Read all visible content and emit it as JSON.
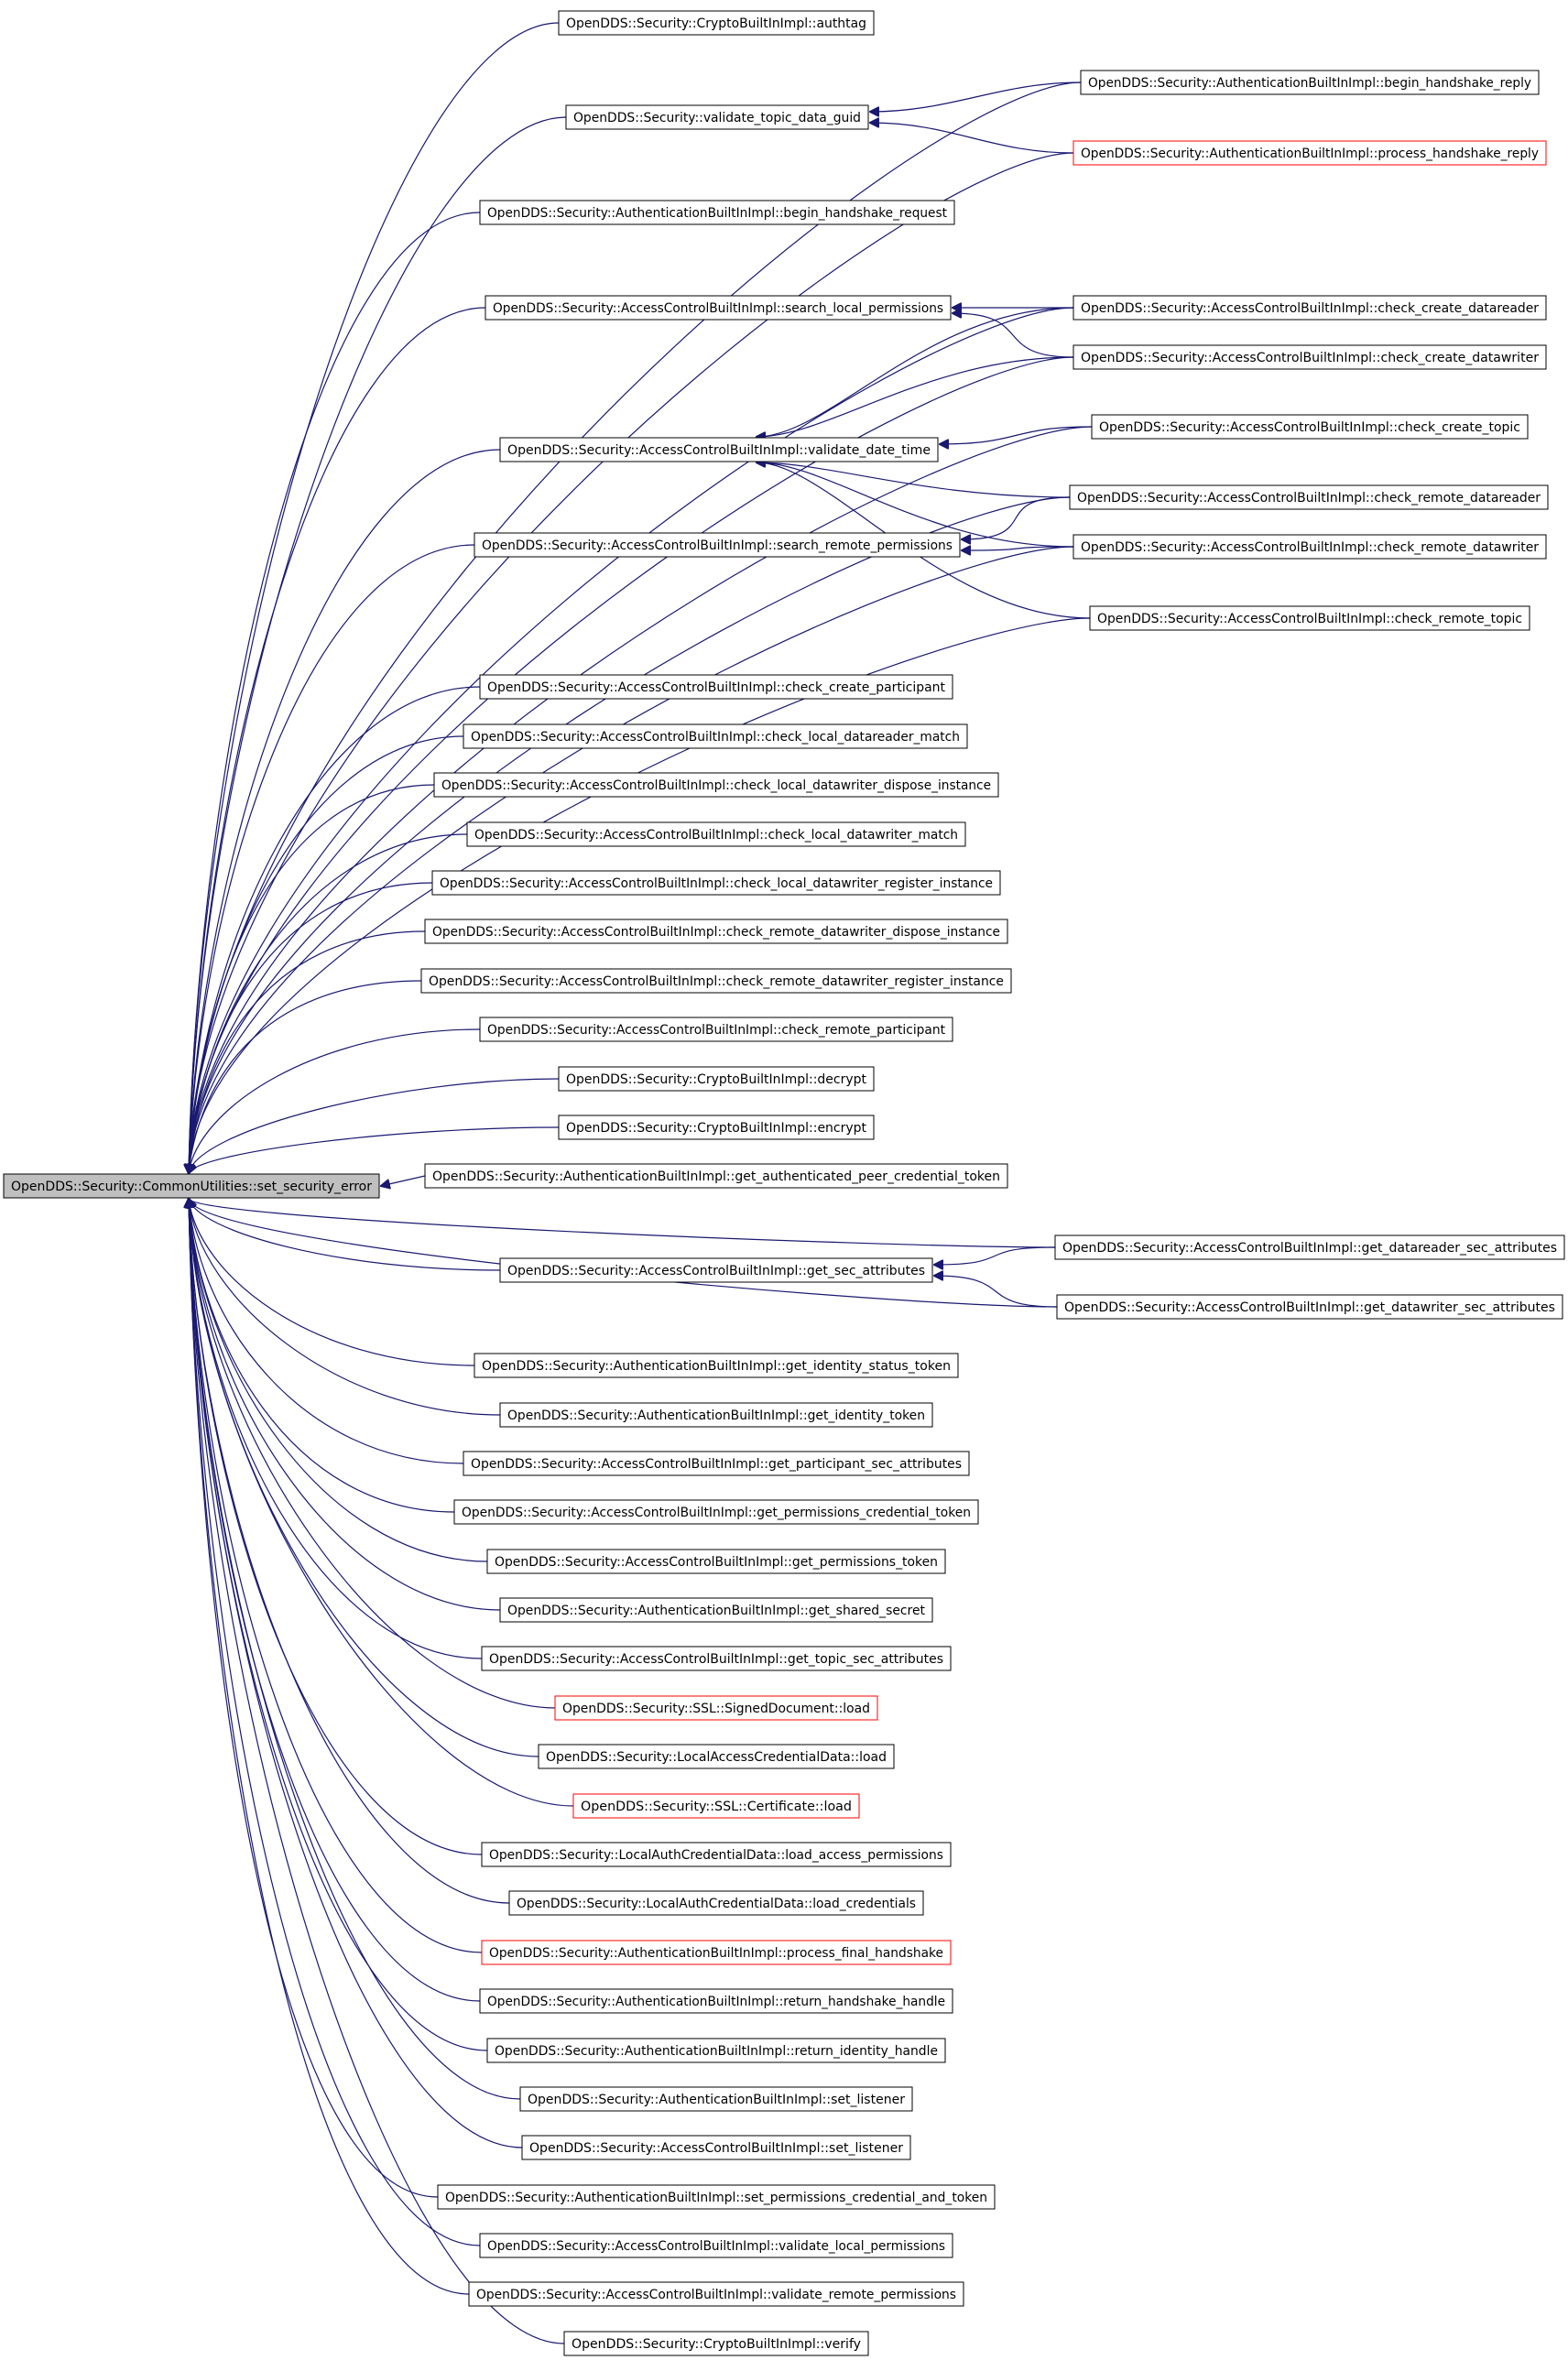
{
  "graph": {
    "root": "OpenDDS::Security::CommonUtilities::set_security_error",
    "edge_color": "#191970",
    "highlight_border_color": "#ff0000",
    "root_fill_color": "#bfbfbf",
    "nodes": [
      {
        "id": "root",
        "label": "OpenDDS::Security::CommonUtilities::set_security_error",
        "root": true
      },
      {
        "id": "authtag",
        "label": "OpenDDS::Security::CryptoBuiltInImpl::authtag"
      },
      {
        "id": "bhreply",
        "label": "OpenDDS::Security::AuthenticationBuiltInImpl::begin_handshake_reply"
      },
      {
        "id": "vtdg",
        "label": "OpenDDS::Security::validate_topic_data_guid"
      },
      {
        "id": "phreply",
        "label": "OpenDDS::Security::AuthenticationBuiltInImpl::process_handshake_reply",
        "red": true
      },
      {
        "id": "bhreq",
        "label": "OpenDDS::Security::AuthenticationBuiltInImpl::begin_handshake_request"
      },
      {
        "id": "slp",
        "label": "OpenDDS::Security::AccessControlBuiltInImpl::search_local_permissions"
      },
      {
        "id": "ccdr",
        "label": "OpenDDS::Security::AccessControlBuiltInImpl::check_create_datareader"
      },
      {
        "id": "ccdw",
        "label": "OpenDDS::Security::AccessControlBuiltInImpl::check_create_datawriter"
      },
      {
        "id": "vdt",
        "label": "OpenDDS::Security::AccessControlBuiltInImpl::validate_date_time"
      },
      {
        "id": "cct",
        "label": "OpenDDS::Security::AccessControlBuiltInImpl::check_create_topic"
      },
      {
        "id": "crdr",
        "label": "OpenDDS::Security::AccessControlBuiltInImpl::check_remote_datareader"
      },
      {
        "id": "srp",
        "label": "OpenDDS::Security::AccessControlBuiltInImpl::search_remote_permissions"
      },
      {
        "id": "crdw",
        "label": "OpenDDS::Security::AccessControlBuiltInImpl::check_remote_datawriter"
      },
      {
        "id": "crt",
        "label": "OpenDDS::Security::AccessControlBuiltInImpl::check_remote_topic"
      },
      {
        "id": "ccp",
        "label": "OpenDDS::Security::AccessControlBuiltInImpl::check_create_participant"
      },
      {
        "id": "cldrm",
        "label": "OpenDDS::Security::AccessControlBuiltInImpl::check_local_datareader_match"
      },
      {
        "id": "cldwdi",
        "label": "OpenDDS::Security::AccessControlBuiltInImpl::check_local_datawriter_dispose_instance"
      },
      {
        "id": "cldwm",
        "label": "OpenDDS::Security::AccessControlBuiltInImpl::check_local_datawriter_match"
      },
      {
        "id": "cldwri",
        "label": "OpenDDS::Security::AccessControlBuiltInImpl::check_local_datawriter_register_instance"
      },
      {
        "id": "crdwdi",
        "label": "OpenDDS::Security::AccessControlBuiltInImpl::check_remote_datawriter_dispose_instance"
      },
      {
        "id": "crdwri",
        "label": "OpenDDS::Security::AccessControlBuiltInImpl::check_remote_datawriter_register_instance"
      },
      {
        "id": "crp",
        "label": "OpenDDS::Security::AccessControlBuiltInImpl::check_remote_participant"
      },
      {
        "id": "decrypt",
        "label": "OpenDDS::Security::CryptoBuiltInImpl::decrypt"
      },
      {
        "id": "encrypt",
        "label": "OpenDDS::Security::CryptoBuiltInImpl::encrypt"
      },
      {
        "id": "gapct",
        "label": "OpenDDS::Security::AuthenticationBuiltInImpl::get_authenticated_peer_credential_token"
      },
      {
        "id": "gdrsa",
        "label": "OpenDDS::Security::AccessControlBuiltInImpl::get_datareader_sec_attributes"
      },
      {
        "id": "gsa",
        "label": "OpenDDS::Security::AccessControlBuiltInImpl::get_sec_attributes"
      },
      {
        "id": "gdwsa",
        "label": "OpenDDS::Security::AccessControlBuiltInImpl::get_datawriter_sec_attributes"
      },
      {
        "id": "gist",
        "label": "OpenDDS::Security::AuthenticationBuiltInImpl::get_identity_status_token"
      },
      {
        "id": "git",
        "label": "OpenDDS::Security::AuthenticationBuiltInImpl::get_identity_token"
      },
      {
        "id": "gpsa",
        "label": "OpenDDS::Security::AccessControlBuiltInImpl::get_participant_sec_attributes"
      },
      {
        "id": "gpct",
        "label": "OpenDDS::Security::AccessControlBuiltInImpl::get_permissions_credential_token"
      },
      {
        "id": "gpt",
        "label": "OpenDDS::Security::AccessControlBuiltInImpl::get_permissions_token"
      },
      {
        "id": "gss",
        "label": "OpenDDS::Security::AuthenticationBuiltInImpl::get_shared_secret"
      },
      {
        "id": "gtsa",
        "label": "OpenDDS::Security::AccessControlBuiltInImpl::get_topic_sec_attributes"
      },
      {
        "id": "sdload",
        "label": "OpenDDS::Security::SSL::SignedDocument::load",
        "red": true
      },
      {
        "id": "lacdload",
        "label": "OpenDDS::Security::LocalAccessCredentialData::load"
      },
      {
        "id": "certload",
        "label": "OpenDDS::Security::SSL::Certificate::load",
        "red": true
      },
      {
        "id": "lacp",
        "label": "OpenDDS::Security::LocalAuthCredentialData::load_access_permissions"
      },
      {
        "id": "lcred",
        "label": "OpenDDS::Security::LocalAuthCredentialData::load_credentials"
      },
      {
        "id": "pfh",
        "label": "OpenDDS::Security::AuthenticationBuiltInImpl::process_final_handshake",
        "red": true
      },
      {
        "id": "rhh",
        "label": "OpenDDS::Security::AuthenticationBuiltInImpl::return_handshake_handle"
      },
      {
        "id": "rih",
        "label": "OpenDDS::Security::AuthenticationBuiltInImpl::return_identity_handle"
      },
      {
        "id": "asl",
        "label": "OpenDDS::Security::AuthenticationBuiltInImpl::set_listener"
      },
      {
        "id": "acsl",
        "label": "OpenDDS::Security::AccessControlBuiltInImpl::set_listener"
      },
      {
        "id": "spct",
        "label": "OpenDDS::Security::AuthenticationBuiltInImpl::set_permissions_credential_and_token"
      },
      {
        "id": "vlp",
        "label": "OpenDDS::Security::AccessControlBuiltInImpl::validate_local_permissions"
      },
      {
        "id": "vrp",
        "label": "OpenDDS::Security::AccessControlBuiltInImpl::validate_remote_permissions"
      },
      {
        "id": "verify",
        "label": "OpenDDS::Security::CryptoBuiltInImpl::verify"
      }
    ]
  }
}
